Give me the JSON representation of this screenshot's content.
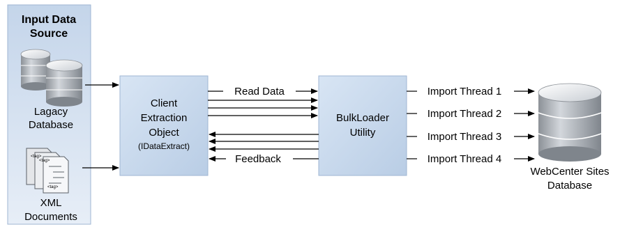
{
  "source_panel": {
    "title_line1": "Input Data",
    "title_line2": "Source",
    "legacy_db_line1": "Lagacy",
    "legacy_db_line2": "Database",
    "xml_line1": "XML",
    "xml_line2": "Documents",
    "xml_doc_marks": [
      "<tag>",
      "<tag>",
      "<tag>"
    ]
  },
  "client_box": {
    "line1": "Client",
    "line2": "Extraction",
    "line3": "Object",
    "line4": "(IDataExtract)"
  },
  "bulkloader_box": {
    "line1": "BulkLoader",
    "line2": "Utility"
  },
  "arrow_labels": {
    "read_data": "Read Data",
    "feedback": "Feedback"
  },
  "threads": [
    "Import Thread 1",
    "Import Thread 2",
    "Import Thread 3",
    "Import Thread 4"
  ],
  "target_db": {
    "line1": "WebCenter Sites",
    "line2": "Database"
  },
  "colors": {
    "panel_fill_top": "#c4d5ea",
    "panel_fill_bottom": "#e7eef7",
    "box_fill_top": "#d5e3f3",
    "box_fill_bottom": "#bccfe6",
    "db_body": "#a9adb2",
    "db_top": "#e8ecf0",
    "line": "#000000"
  }
}
